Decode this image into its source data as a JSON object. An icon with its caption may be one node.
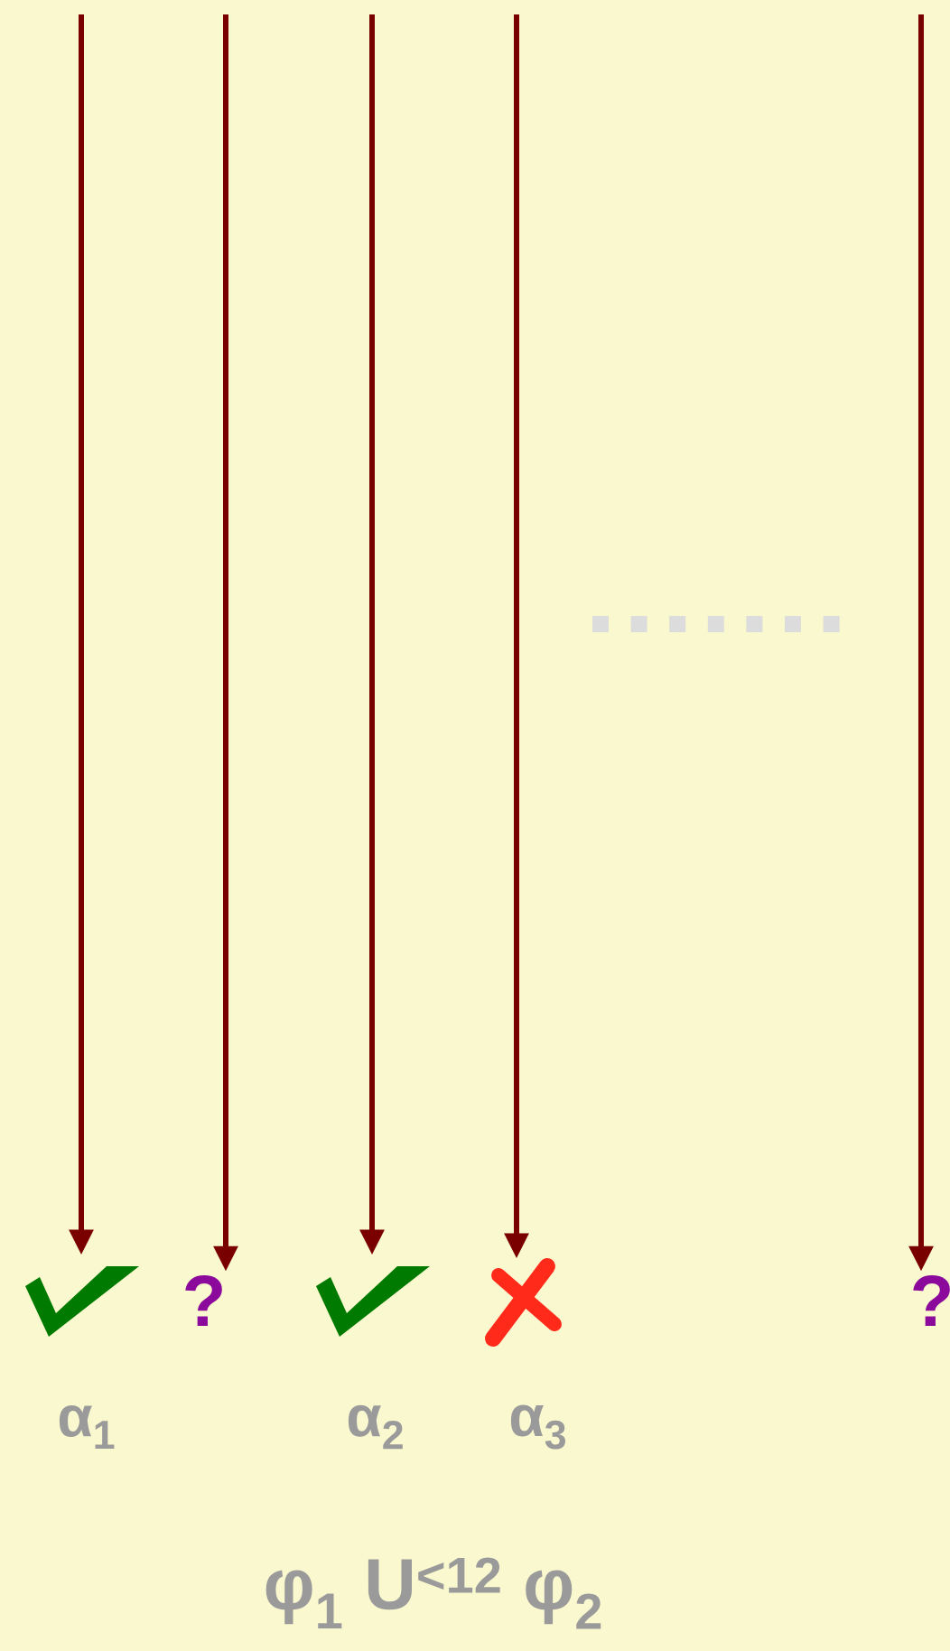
{
  "diagram": {
    "nodes": [
      {
        "text": [],
        "shape": "check"
      },
      {
        "text": [
          "?"
        ]
      },
      {
        "text": [],
        "shape": "check"
      },
      {
        "text": [],
        "shape": "cross"
      },
      {
        "text": [
          "?"
        ]
      }
    ],
    "edges": [
      {
        "from": null,
        "to": 0,
        "arrow": "to"
      },
      {
        "from": null,
        "to": 1,
        "arrow": "to"
      },
      {
        "from": null,
        "to": 2,
        "arrow": "to"
      },
      {
        "from": null,
        "to": 3,
        "arrow": "to"
      },
      {
        "from": null,
        "to": 4,
        "arrow": "to"
      }
    ],
    "labels": [
      "α$_{1}$",
      "α$_{2}$",
      "α$_{3}$",
      "φ$_{1}$ U$^{<12}$ φ$_{2}$"
    ]
  }
}
